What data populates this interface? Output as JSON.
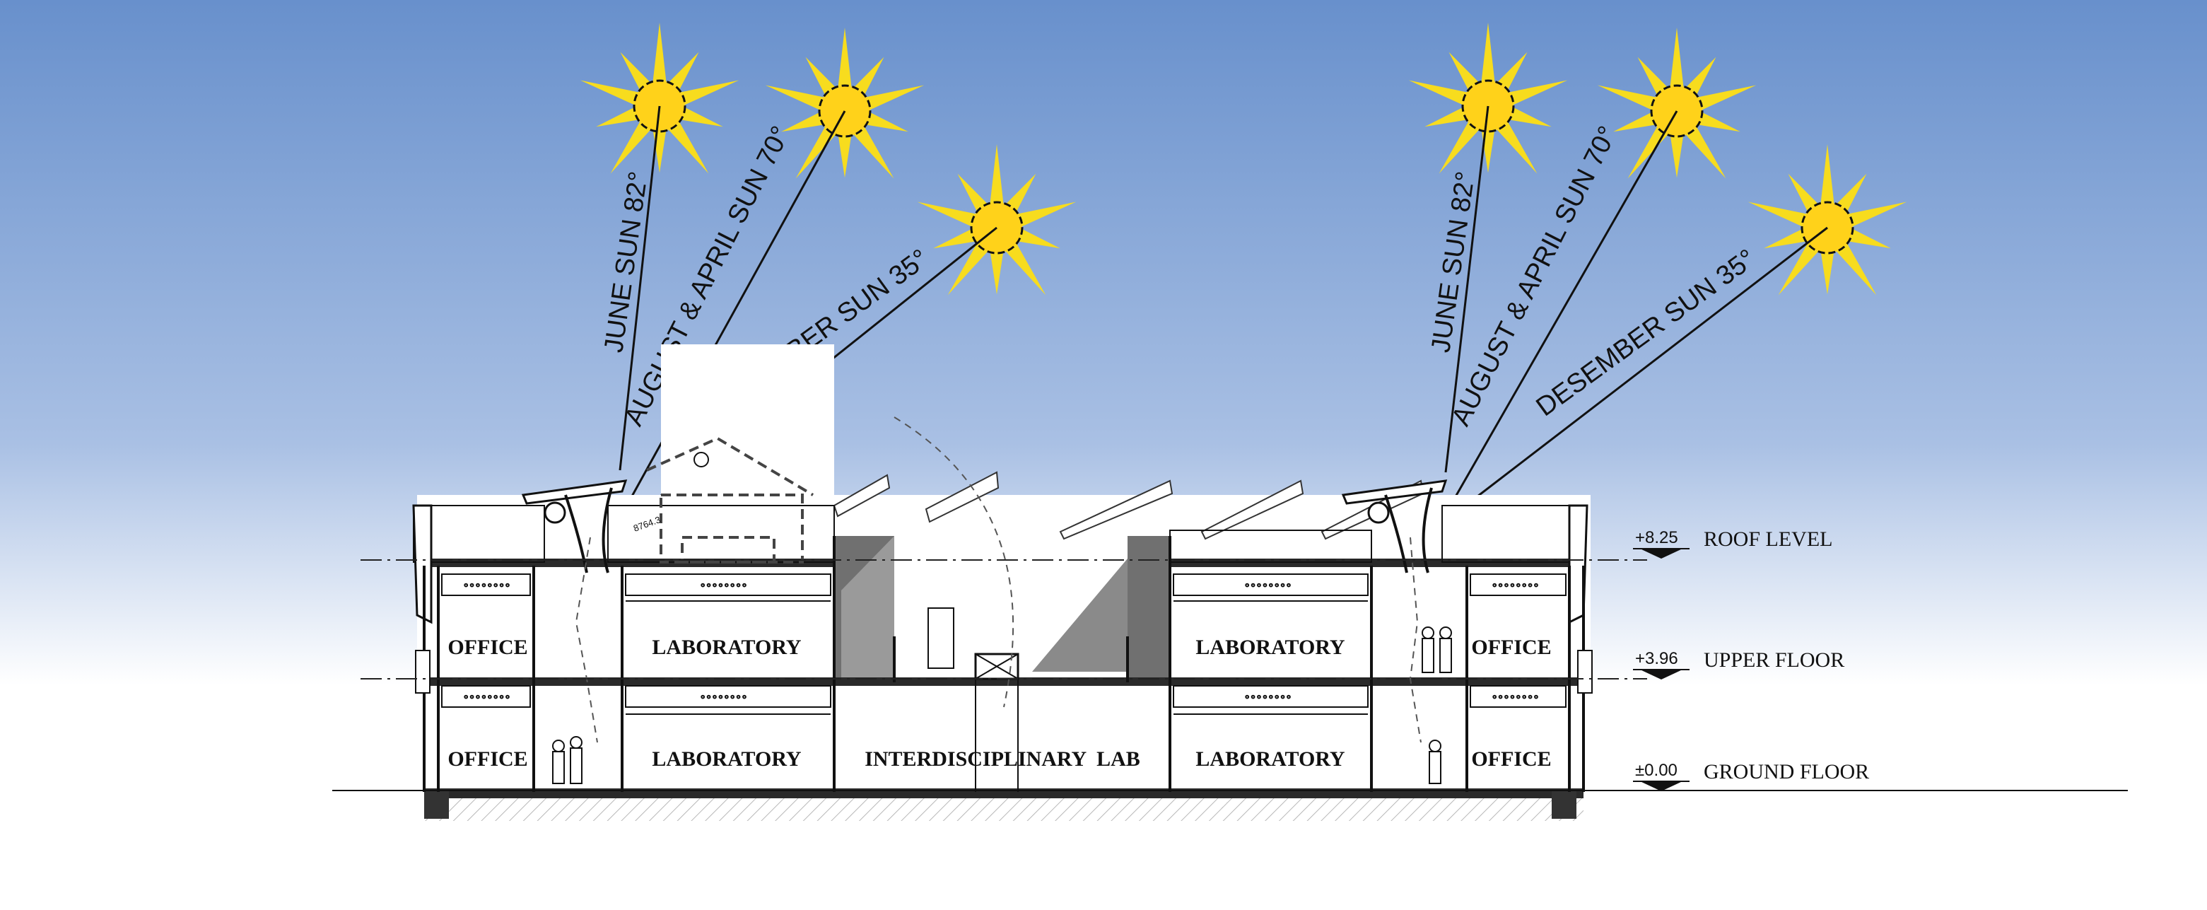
{
  "colors": {
    "sky_top": "#6890cc",
    "sky_bottom": "#ffffff",
    "sun_fill": "#ffd21a",
    "ray_fill": "#f7dc1e",
    "line": "#111111"
  },
  "suns": [
    {
      "label": "JUNE  SUN 82°"
    },
    {
      "label": "AUGUST & APRIL SUN 70°"
    },
    {
      "label": "DESEMBER SUN 35°"
    },
    {
      "label": "JUNE  SUN 82°"
    },
    {
      "label": "AUGUST & APRIL SUN 70°"
    },
    {
      "label": "DESEMBER SUN 35°"
    }
  ],
  "rooms": {
    "office_upper_left": "OFFICE",
    "lab_upper_left": "LABORATORY",
    "lab_upper_right": "LABORATORY",
    "office_upper_right": "OFFICE",
    "office_ground_left": "OFFICE",
    "lab_ground_left": "LABORATORY",
    "interdisciplinary": "INTERDISCIPLINARY  LAB",
    "lab_ground_right": "LABORATORY",
    "office_ground_right": "OFFICE"
  },
  "levels": [
    {
      "value": "+8.25",
      "name": "ROOF LEVEL"
    },
    {
      "value": "+3.96",
      "name": "UPPER FLOOR"
    },
    {
      "value": "±0.00",
      "name": "GROUND FLOOR"
    }
  ],
  "small_dim_label": "8764.3"
}
